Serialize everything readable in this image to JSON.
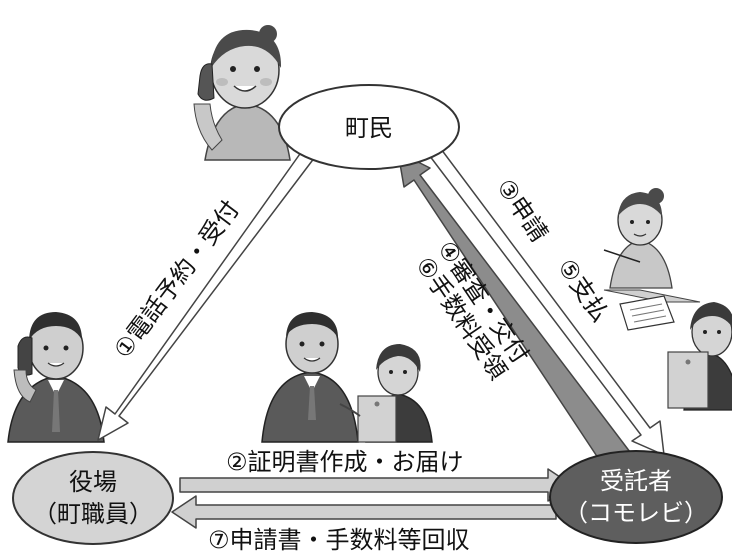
{
  "nodes": {
    "resident": {
      "label": "町民"
    },
    "town_office": {
      "line1": "役場",
      "line2": "（町職員）"
    },
    "contractor": {
      "line1": "受託者",
      "line2": "（コモレビ）"
    }
  },
  "steps": {
    "s1": "①電話予約・受付",
    "s2": "②証明書作成・お届け",
    "s3": "③申請",
    "s4": "④審査・交付",
    "s5": "⑤支払",
    "s6": "⑥手数料受領",
    "s7": "⑦申請書・手数料等回収"
  },
  "colors": {
    "resident_fill": "#ffffff",
    "office_fill": "#d4d4d4",
    "contractor_fill": "#5e5e5e",
    "arrow_light": "#ffffff",
    "arrow_gray": "#d0d0d0",
    "arrow_dark": "#8c8c8c"
  }
}
